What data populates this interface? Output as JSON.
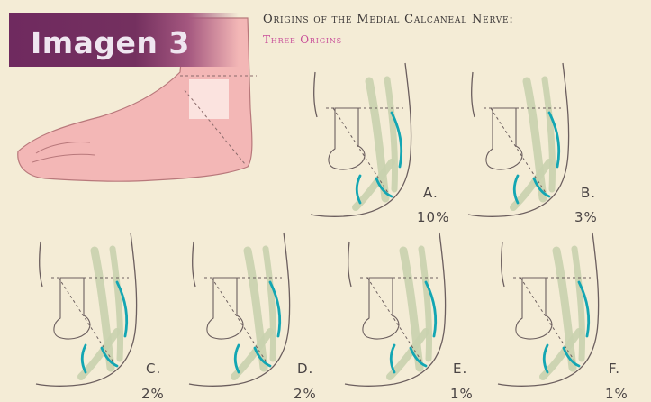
{
  "badge": {
    "text": "Imagen 3"
  },
  "title": "Origins of the Medial Calcaneal Nerve:",
  "subtitle": "Three Origins",
  "colors": {
    "badge": "#6f2a5f",
    "subtitle": "#c9509a",
    "nerve": "#13a6b3",
    "vessel": "#c9d2ae",
    "foot": "#f3b7b6",
    "background": "#f4ecd6"
  },
  "panels": [
    {
      "label": "A.",
      "percent": "10%"
    },
    {
      "label": "B.",
      "percent": "3%"
    },
    {
      "label": "C.",
      "percent": "2%"
    },
    {
      "label": "D.",
      "percent": "2%"
    },
    {
      "label": "E.",
      "percent": "1%"
    },
    {
      "label": "F.",
      "percent": "1%"
    }
  ]
}
